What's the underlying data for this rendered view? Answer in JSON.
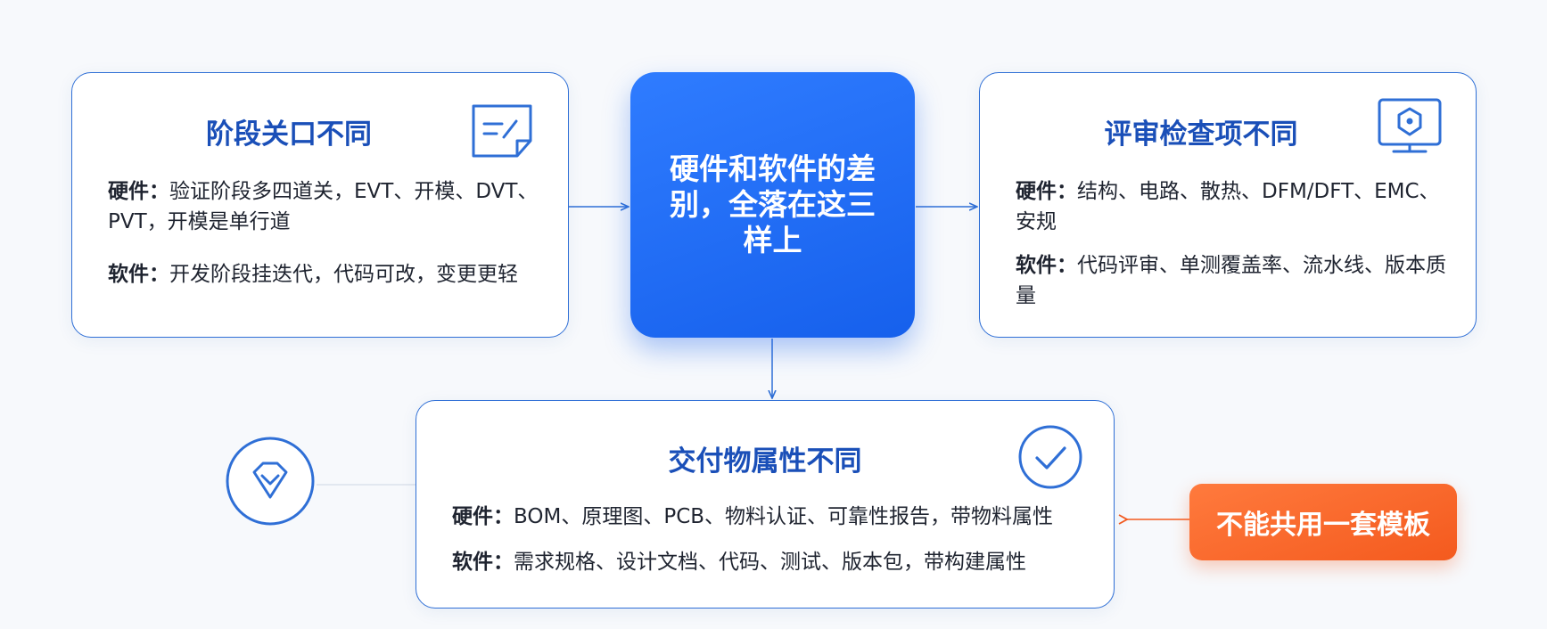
{
  "center": {
    "title": "硬件和软件的差别，全落在这三样上"
  },
  "stage_card": {
    "title": "阶段关口不同",
    "icon": "edit-note-icon",
    "rows": [
      {
        "label": "硬件：",
        "text": "验证阶段多四道关，EVT、开模、DVT、PVT，开模是单行道"
      },
      {
        "label": "软件：",
        "text": "开发阶段挂迭代，代码可改，变更更轻"
      }
    ]
  },
  "review_card": {
    "title": "评审检查项不同",
    "icon": "monitor-shield-icon",
    "rows": [
      {
        "label": "硬件：",
        "text": "结构、电路、散热、DFM/DFT、EMC、安规"
      },
      {
        "label": "软件：",
        "text": "代码评审、单测覆盖率、流水线、版本质量"
      }
    ]
  },
  "deliverable_card": {
    "title": "交付物属性不同",
    "icon": "check-circle-icon",
    "rows": [
      {
        "label": "硬件：",
        "text": "BOM、原理图、PCB、物料认证、可靠性报告，带物料属性"
      },
      {
        "label": "软件：",
        "text": "需求规格、设计文档、代码、测试、版本包，带构建属性"
      }
    ]
  },
  "note": {
    "text": "不能共用一套模板"
  },
  "decoration": {
    "icon": "diamond-check-icon"
  },
  "colors": {
    "primary_blue": "#1660ec",
    "card_border": "#2f6fd6",
    "title_blue": "#1a4fb8",
    "accent_orange": "#f45a1e"
  }
}
